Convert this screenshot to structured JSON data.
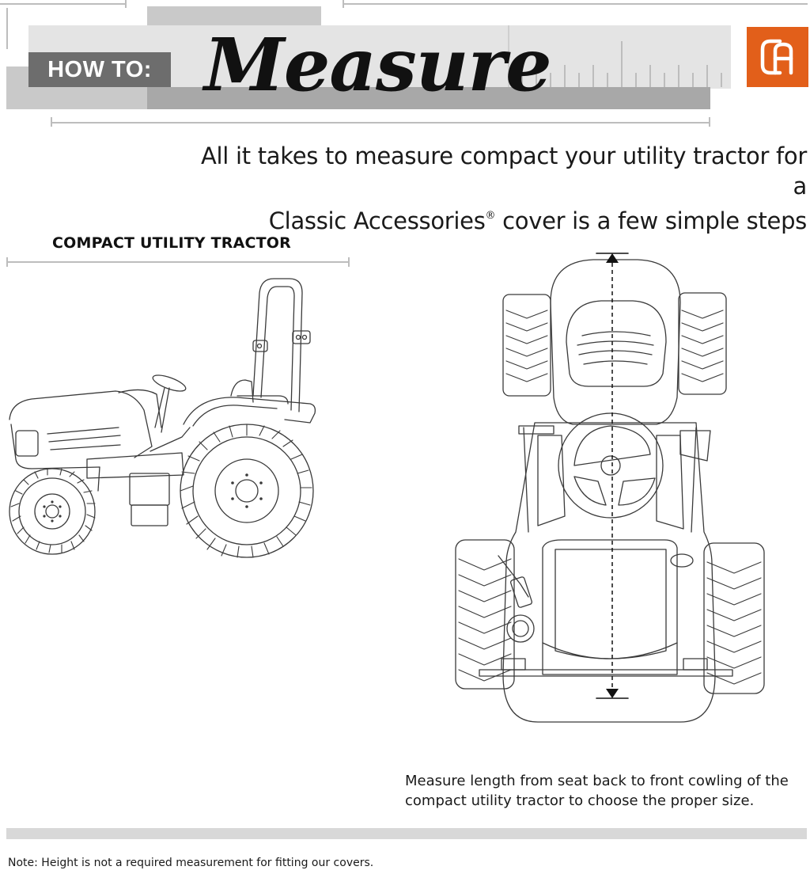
{
  "header": {
    "howto_label": "HOW TO:",
    "title": "Measure",
    "brand_color": "#e25f1a",
    "logo_icon": "ca-monogram-icon"
  },
  "intro": {
    "line1": "All it takes to measure compact your utility tractor for a",
    "line2_start": "Classic Accessories",
    "line2_mark": "®",
    "line2_end": " cover is a few simple steps"
  },
  "section": {
    "label": "COMPACT UTILITY TRACTOR"
  },
  "illustrations": {
    "side_view_icon": "tractor-side-view-icon",
    "top_view_icon": "tractor-top-view-icon",
    "measure_arrow_icon": "length-arrow-icon"
  },
  "caption": {
    "line1": "Measure length from seat back to front cowling of the",
    "line2": "compact utility tractor to choose the proper size."
  },
  "footer": {
    "note": "Note: Height is not a required measurement for fitting our covers."
  }
}
